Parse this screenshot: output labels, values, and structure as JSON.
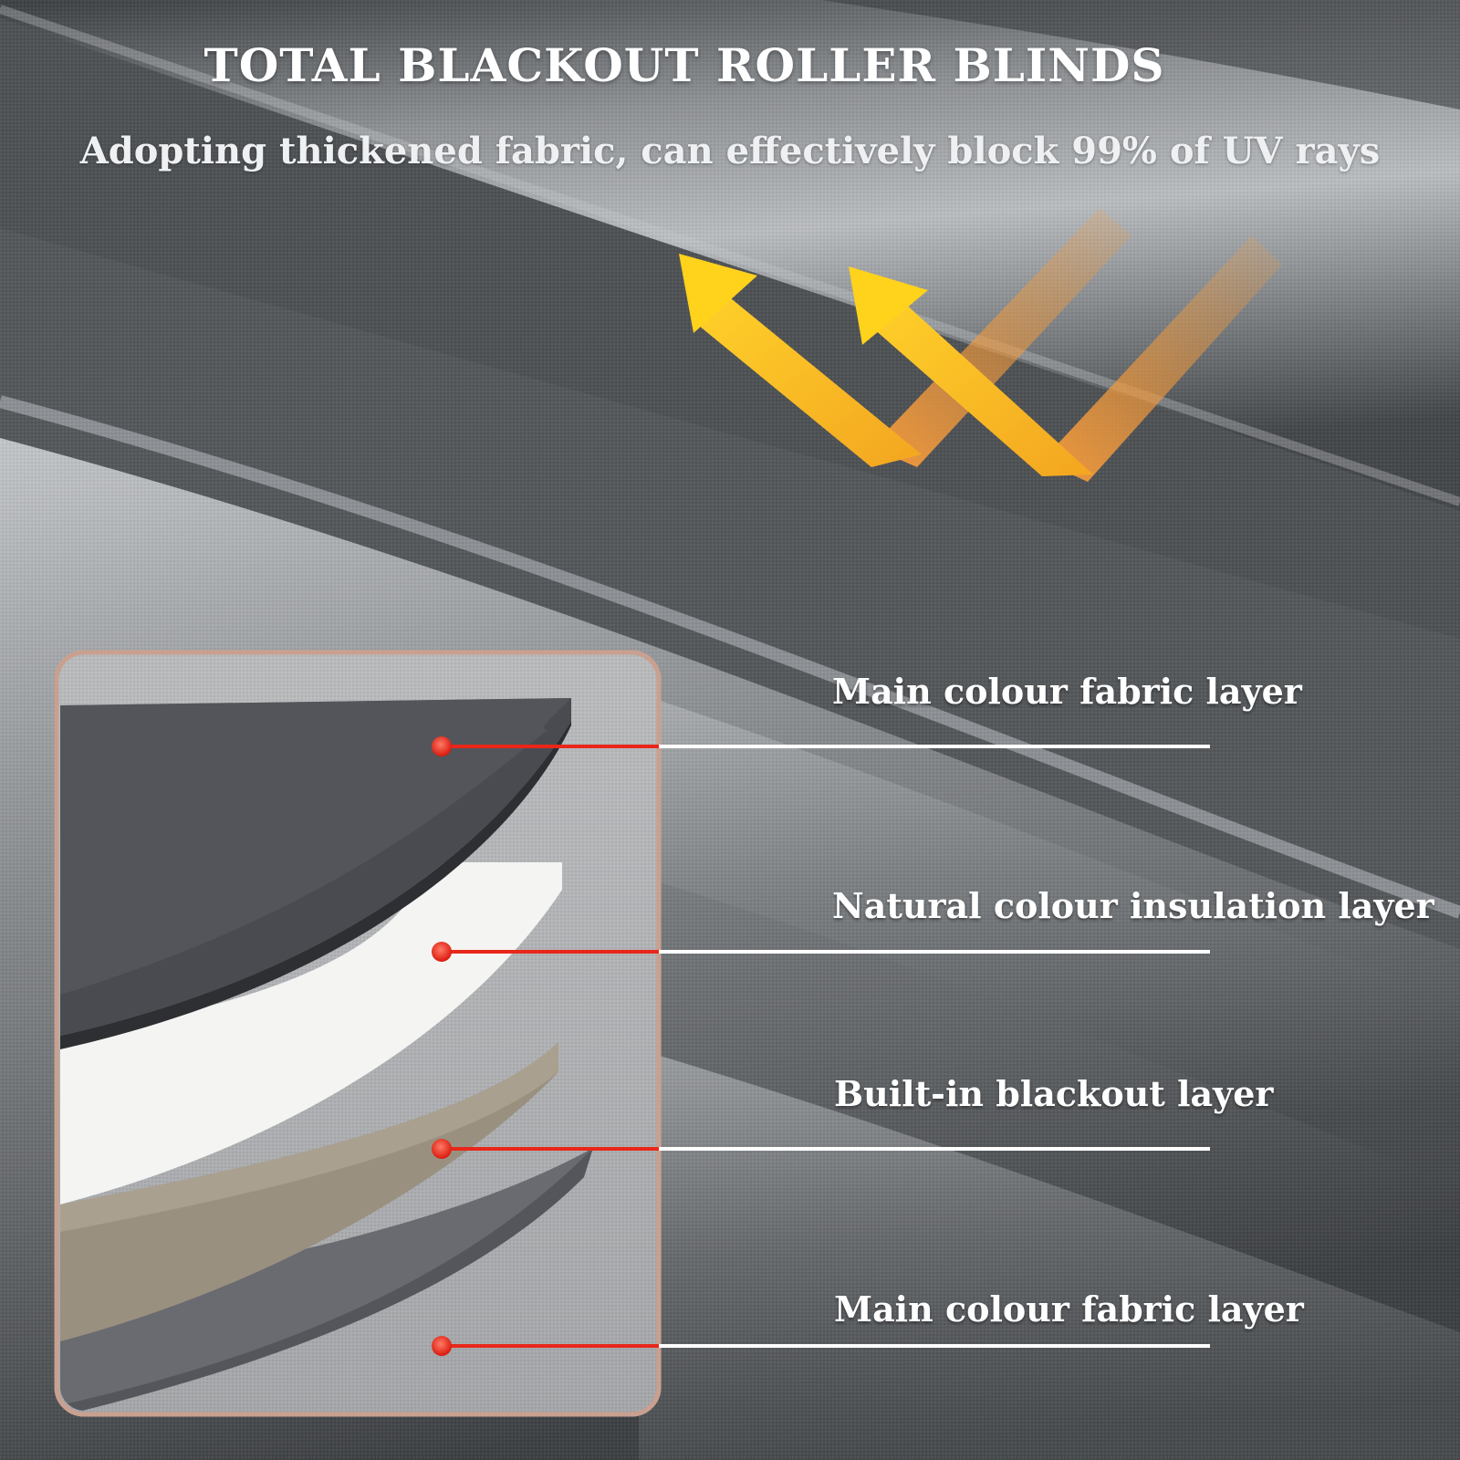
{
  "header": {
    "title": "TOTAL BLACKOUT ROLLER BLINDS",
    "subtitle": "Adopting thickened fabric, can effectively block 99% of UV rays"
  },
  "layers": [
    {
      "label": "Main colour fabric layer",
      "color": "#4a4b50"
    },
    {
      "label": "Natural colour insulation layer",
      "color": "#f4f4f2"
    },
    {
      "label": "Built-in blackout layer",
      "color": "#9a9080"
    },
    {
      "label": "Main colour fabric layer",
      "color": "#55565b"
    }
  ],
  "icons": {
    "light_arrows": "uv-light-reflection-arrows-icon"
  },
  "colors": {
    "frame_border": "#c9a090",
    "pointer_line": "#e8271a",
    "arrow_yellow": "#ffbf1f",
    "arrow_orange": "#f39a3c"
  }
}
